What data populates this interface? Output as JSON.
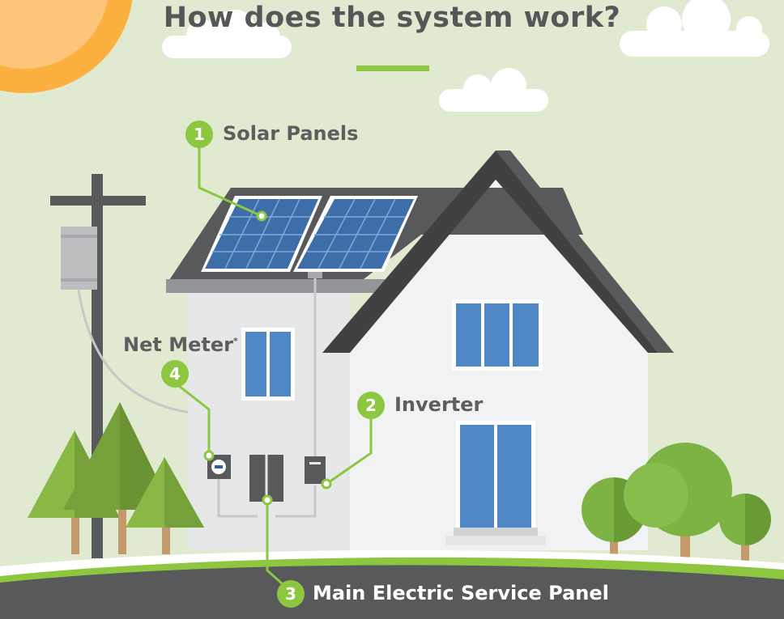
{
  "title": "How does the system work?",
  "components": [
    {
      "number": "1",
      "label": "Solar Panels"
    },
    {
      "number": "2",
      "label": "Inverter"
    },
    {
      "number": "3",
      "label": "Main Electric Service Panel"
    },
    {
      "number": "4",
      "label": "Net Meter",
      "footnote_mark": "*"
    }
  ],
  "colors": {
    "background": "#dfead0",
    "accent_green": "#8dc63f",
    "roof": "#58595b",
    "wall": "#f1f2f3",
    "window": "#4f86c6",
    "sun": "#fbb040",
    "road": "#58595b",
    "tree": "#7cb342"
  }
}
